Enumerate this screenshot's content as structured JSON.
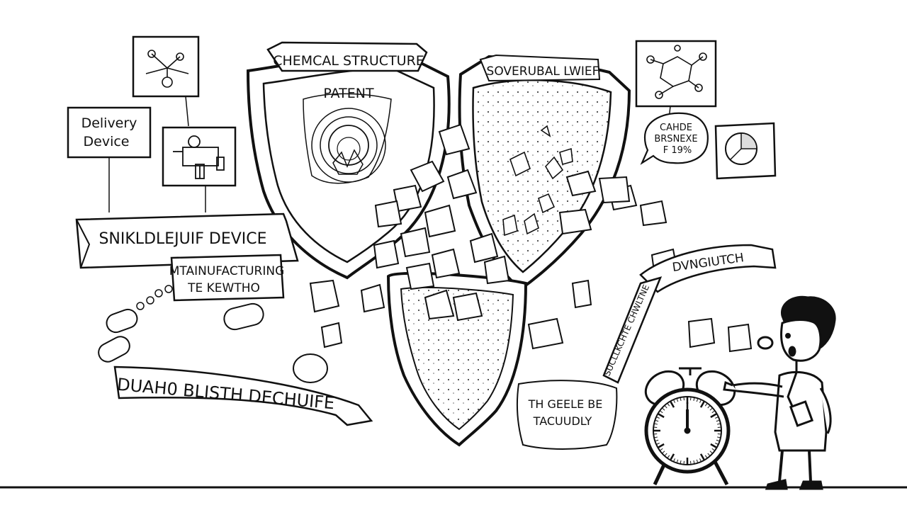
{
  "labels": {
    "left_shield_title": "CHEMCAL STRUCTURE",
    "left_shield_inner": "PATENT",
    "right_shield_title": "SOVERUBAL LWIEF",
    "delivery_box_line1": "Delivery",
    "delivery_box_line2": "Device",
    "banner_device": "SNIKLDLEJUIF DEVICE",
    "manufacturing_line1": "MTAINUFACTURING",
    "manufacturing_line2": "TE KEWTHO",
    "banner_bottom": "DUAH0 BLISTH DECHUIFE",
    "bubble_right_line1": "CAHDE",
    "bubble_right_line2": "BRSNEXE",
    "bubble_right_line3": "F 19%",
    "banner_right_arc": "DVNGIUTCH",
    "banner_right_vertical": "SUCLLKCHTE CHWLTNE",
    "note_bottom_line1": "TH GEELE BE",
    "note_bottom_line2": "TACUUDLY"
  },
  "colors": {
    "ink": "#111111",
    "paper": "#ffffff",
    "shade": "#e9e9e9"
  },
  "icons": [
    "molecule-icon",
    "device-diagram-icon",
    "alarm-clock-icon",
    "pill-icon",
    "pie-icon"
  ],
  "clock": {
    "hour": 12,
    "minute": 0
  }
}
